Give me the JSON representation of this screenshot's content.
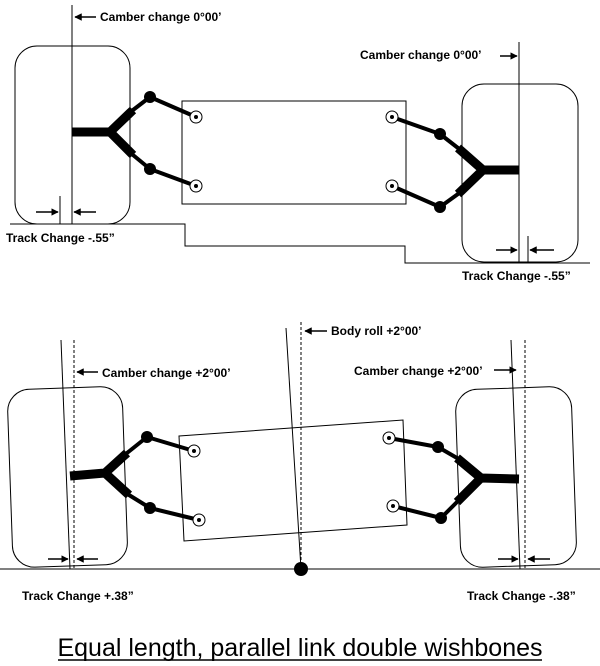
{
  "top_scene": {
    "camber_left": "Camber change 0°00’",
    "camber_right": "Camber change 0°00’",
    "track_left": "Track Change -.55”",
    "track_right": "Track Change -.55”"
  },
  "bottom_scene": {
    "body_roll": "Body roll  +2°00’",
    "camber_left": "Camber change +2°00’",
    "camber_right": "Camber change +2°00’",
    "track_left": "Track Change +.38”",
    "track_right": "Track Change -.38”"
  },
  "caption": "Equal length, parallel link double wishbones"
}
